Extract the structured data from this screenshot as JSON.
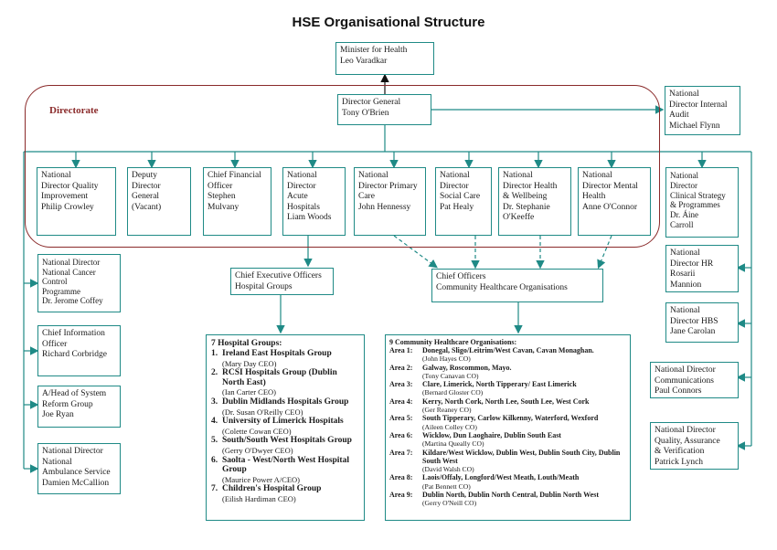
{
  "title": "HSE Organisational Structure",
  "directorate_label": "Directorate",
  "minister": [
    "Minister for Health",
    "Leo Varadkar"
  ],
  "director_general": [
    "Director General",
    "Tony O'Brien"
  ],
  "internal_audit": [
    "National",
    "Director Internal",
    "Audit",
    "Michael Flynn"
  ],
  "directors": [
    [
      "National",
      "Director Quality",
      "Improvement",
      "Philip Crowley"
    ],
    [
      "Deputy",
      "Director",
      "General",
      "(Vacant)"
    ],
    [
      "Chief Financial",
      "Officer",
      "Stephen",
      "Mulvany"
    ],
    [
      "National",
      "Director",
      "Acute",
      "Hospitals",
      "Liam Woods"
    ],
    [
      "National",
      "Director Primary",
      "Care",
      "John Hennessy"
    ],
    [
      "National",
      "Director",
      "Social Care",
      "Pat Healy"
    ],
    [
      "National",
      "Director Health",
      "& Wellbeing",
      "Dr. Stephanie",
      "O'Keeffe"
    ],
    [
      "National",
      "Director Mental",
      "Health",
      "Anne O'Connor"
    ]
  ],
  "right_directors": [
    [
      "National",
      "Director",
      "Clinical Strategy",
      "& Programmes",
      "Dr. Áine",
      "Carroll"
    ],
    [
      "National",
      "Director HR",
      "Rosarii",
      "Mannion"
    ],
    [
      "National",
      "Director HBS",
      "Jane Carolan"
    ],
    [
      "National Director",
      "Communications",
      "Paul Connors"
    ],
    [
      "National Director",
      "Quality, Assurance",
      "& Verification",
      "Patrick Lynch"
    ]
  ],
  "left_directors": [
    [
      "National Director",
      "National Cancer",
      "Control",
      "Programme",
      "Dr. Jerome Coffey"
    ],
    [
      "Chief Information",
      "Officer",
      "Richard Corbridge"
    ],
    [
      "A/Head of System",
      "Reform Group",
      "Joe Ryan"
    ],
    [
      "National Director",
      "National",
      "Ambulance Service",
      "Damien McCallion"
    ]
  ],
  "ceo_hospital_groups": [
    "Chief Executive Officers",
    "Hospital Groups"
  ],
  "chief_officers": [
    "Chief Officers",
    "Community Healthcare Organisations"
  ],
  "hospital_groups": {
    "title": "7 Hospital Groups:",
    "items": [
      {
        "num": "1.",
        "name": "Ireland East Hospitals Group",
        "ceo": "(Mary Day CEO)"
      },
      {
        "num": "2.",
        "name": "RCSI Hospitals Group (Dublin North East)",
        "ceo": "(Ian Carter CEO)"
      },
      {
        "num": "3.",
        "name": "Dublin Midlands Hospitals Group",
        "ceo": "(Dr. Susan O'Reilly CEO)"
      },
      {
        "num": "4.",
        "name": "University of Limerick Hospitals",
        "ceo": "(Colette Cowan CEO)"
      },
      {
        "num": "5.",
        "name": "South/South West Hospitals Group",
        "ceo": "(Gerry O'Dwyer CEO)"
      },
      {
        "num": "6.",
        "name": "Saolta - West/North West Hospital Group",
        "ceo": "(Maurice Power A/CEO)"
      },
      {
        "num": "7.",
        "name": "Children's Hospital Group",
        "ceo": "(Eilish Hardiman CEO)"
      }
    ]
  },
  "community_orgs": {
    "title": "9 Community Healthcare Organisations:",
    "items": [
      {
        "area": "Area 1:",
        "name": "Donegal, Sligo/Leitrim/West Cavan, Cavan Monaghan.",
        "ceo": "(John Hayes CO)"
      },
      {
        "area": "Area 2:",
        "name": "Galway, Roscommon, Mayo.",
        "ceo": "(Tony Canavan CO)"
      },
      {
        "area": "Area 3:",
        "name": "Clare, Limerick, North Tipperary/ East Limerick",
        "ceo": "(Bernard Gloster CO)"
      },
      {
        "area": "Area 4:",
        "name": "Kerry, North Cork, North Lee, South Lee, West Cork",
        "ceo": "(Ger Reaney CO)"
      },
      {
        "area": "Area 5:",
        "name": "South Tipperary, Carlow Kilkenny, Waterford, Wexford",
        "ceo": "(Aileen Colley CO)"
      },
      {
        "area": "Area 6:",
        "name": "Wicklow, Dun Laoghaire, Dublin South East",
        "ceo": "(Martina Queally CO)"
      },
      {
        "area": "Area 7:",
        "name": "Kildare/West Wicklow, Dublin West, Dublin South City, Dublin South West",
        "ceo": "(David Walsh CO)"
      },
      {
        "area": "Area 8:",
        "name": "Laois/Offaly, Longford/West Meath, Louth/Meath",
        "ceo": "(Pat Bennett CO)"
      },
      {
        "area": "Area 9:",
        "name": "Dublin North, Dublin North Central, Dublin North West",
        "ceo": "(Gerry O'Neill CO)"
      }
    ]
  }
}
